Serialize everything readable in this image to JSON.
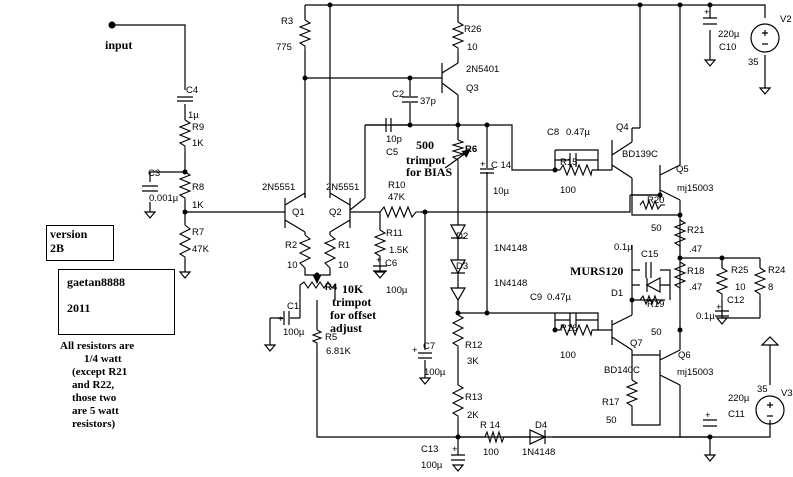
{
  "labels": {
    "input": "input",
    "version_line1": "version",
    "version_line2": "2B",
    "author": "gaetan8888",
    "year": "2011",
    "note_lines": [
      "All resistors are",
      "1/4 watt",
      "(except R21",
      "and R22,",
      "those two",
      "are 5 watt",
      "resistors)"
    ],
    "bias_trim_value": "500",
    "bias_trim_desc1": "trimpot",
    "bias_trim_desc2": "for BIAS",
    "offset_trim_value": "10K",
    "offset_trim_desc1": "trimpot",
    "offset_trim_desc2": "for offset",
    "offset_trim_desc3": "adjust",
    "murs": "MURS120"
  },
  "parts": {
    "R3": {
      "ref": "R3",
      "value": "775"
    },
    "R26": {
      "ref": "R26",
      "value": "10"
    },
    "Q3": {
      "ref": "Q3",
      "value": "2N5401"
    },
    "C2": {
      "ref": "C2",
      "value": "37p"
    },
    "C4": {
      "ref": "C4",
      "value": "1µ"
    },
    "R9": {
      "ref": "R9",
      "value": "1K"
    },
    "C3": {
      "ref": "C3",
      "value": "0.001µ"
    },
    "R8": {
      "ref": "R8",
      "value": "1K"
    },
    "R7": {
      "ref": "R7",
      "value": "47K"
    },
    "Q1": {
      "ref": "Q1",
      "value": "2N5551"
    },
    "Q2": {
      "ref": "Q2",
      "value": "2N5551"
    },
    "R2": {
      "ref": "R2",
      "value": "10"
    },
    "R1": {
      "ref": "R1",
      "value": "10"
    },
    "R4": {
      "ref": "R4"
    },
    "C1": {
      "ref": "C1",
      "value": "100µ"
    },
    "R5": {
      "ref": "R5",
      "value": "6.81K"
    },
    "C5": {
      "ref": "C5",
      "value": "10p"
    },
    "R6": {
      "ref": "R6"
    },
    "C14": {
      "ref": "C 14",
      "value": "10µ"
    },
    "R10": {
      "ref": "R10",
      "value": "47K"
    },
    "R11": {
      "ref": "R11",
      "value": "1.5K"
    },
    "C6": {
      "ref": "C6",
      "value": "100µ"
    },
    "D2": {
      "ref": "D2",
      "value": "1N4148"
    },
    "D3": {
      "ref": "D3",
      "value": "1N4148"
    },
    "C7": {
      "ref": "C7",
      "value": "100µ"
    },
    "R12": {
      "ref": "R12",
      "value": "3K"
    },
    "R13": {
      "ref": "R13",
      "value": "2K"
    },
    "C13": {
      "ref": "C13",
      "value": "100µ"
    },
    "R14": {
      "ref": "R 14",
      "value": "100"
    },
    "D4": {
      "ref": "D4",
      "value": "1N4148"
    },
    "C8": {
      "ref": "C8",
      "value": "0.47µ"
    },
    "R15": {
      "ref": "R15",
      "value": "100"
    },
    "Q4": {
      "ref": "Q4",
      "value": "BD139C"
    },
    "Q5": {
      "ref": "Q5",
      "value": "mj15003"
    },
    "R20": {
      "ref": "R20",
      "value": "50"
    },
    "R21": {
      "ref": "R21",
      "value": ".47"
    },
    "C15": {
      "ref": "C15",
      "value": "0.1µ"
    },
    "D1": {
      "ref": "D1"
    },
    "R18": {
      "ref": "R18",
      "value": ".47"
    },
    "R25": {
      "ref": "R25",
      "value": "10"
    },
    "R24": {
      "ref": "R24",
      "value": "8"
    },
    "C12": {
      "ref": "C12",
      "value": "0.1µ"
    },
    "R19": {
      "ref": "R19",
      "value": "50"
    },
    "C9": {
      "ref": "C9",
      "value": "0.47µ"
    },
    "R16": {
      "ref": "R16",
      "value": "100"
    },
    "Q7": {
      "ref": "Q7",
      "value": "BD140C"
    },
    "Q6": {
      "ref": "Q6",
      "value": "mj15003"
    },
    "R17": {
      "ref": "R17",
      "value": "50"
    },
    "C10": {
      "ref": "C10",
      "value": "220µ"
    },
    "C11": {
      "ref": "C11",
      "value": "220µ"
    },
    "V2": {
      "ref": "V2",
      "value": "35"
    },
    "V3": {
      "ref": "V3",
      "value": "35"
    }
  },
  "signs": {
    "plus": "+",
    "minus": "-"
  }
}
